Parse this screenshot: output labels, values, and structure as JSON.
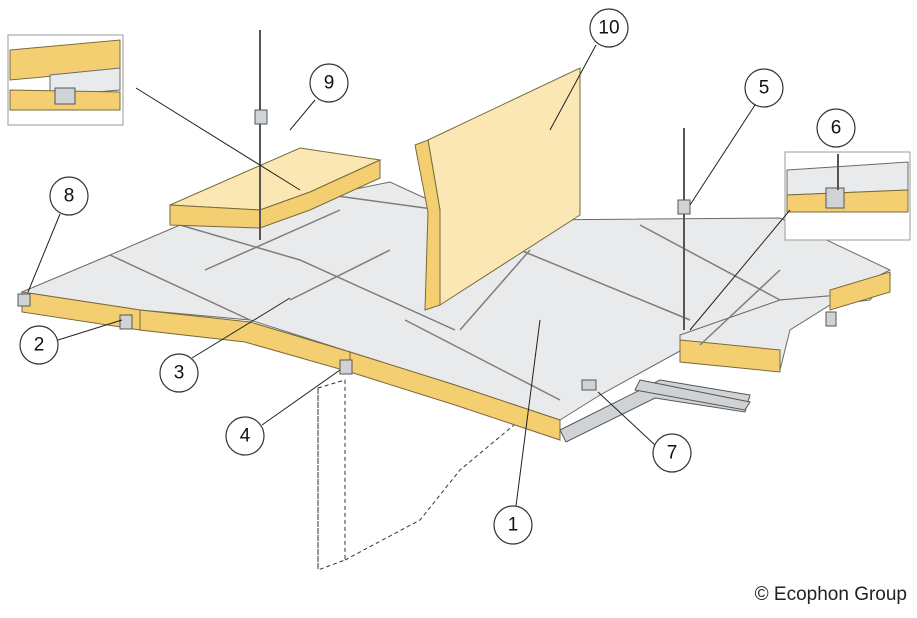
{
  "diagram": {
    "title": "Ecophon ceiling system exploded view",
    "callouts": [
      "1",
      "2",
      "3",
      "4",
      "5",
      "6",
      "7",
      "8",
      "9",
      "10"
    ],
    "colors": {
      "tile": "#e9eaeb",
      "edge": "#f4cf72",
      "panel": "#fbe7b4"
    }
  },
  "copyright": "© Ecophon Group"
}
